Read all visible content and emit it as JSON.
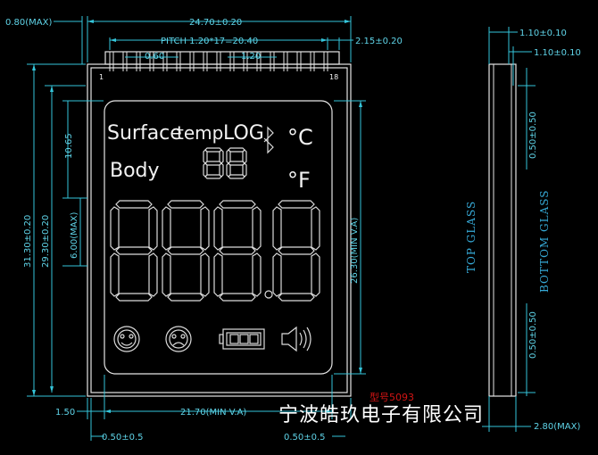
{
  "dims": {
    "tl_max": "0.80(MAX)",
    "width_total": "24.70±0.20",
    "pitch": "PITCH  1.20*17=20.40",
    "pin_width": "0.60",
    "pin_pitch": "1.20",
    "right_offset": "2.15±0.20",
    "height_total": "31.30±0.20",
    "height_glass": "29.30±0.20",
    "va_offset": "10.65",
    "pin_len": "6.00(MAX)",
    "va_height": "26.30(MIN V.A)",
    "left_margin": "1.50",
    "va_width": "21.70(MIN V.A)",
    "bl_offset": "0.50±0.5",
    "br_offset": "0.50±0.5",
    "side_top1": "1.10±0.10",
    "side_top2": "1.10±0.10",
    "side_gap_top": "0.50±0.50",
    "side_gap_bottom": "0.50±0.50",
    "side_max": "2.80(MAX)"
  },
  "pins": {
    "first": "1",
    "last": "18"
  },
  "lcd": {
    "surface": "Surface",
    "temp": "temp",
    "log": "LOG",
    "body": "Body",
    "celsius": "°C",
    "fahrenheit": "°F",
    "bluetooth": "bluetooth-icon",
    "happy": "happy-face-icon",
    "sad": "sad-face-icon",
    "battery": "battery-icon",
    "speaker": "speaker-icon"
  },
  "side": {
    "top_glass": "TOP GLASS",
    "bottom_glass": "BOTTOM GLASS"
  },
  "model": "型号5093",
  "company": "宁波皓玖电子有限公司"
}
